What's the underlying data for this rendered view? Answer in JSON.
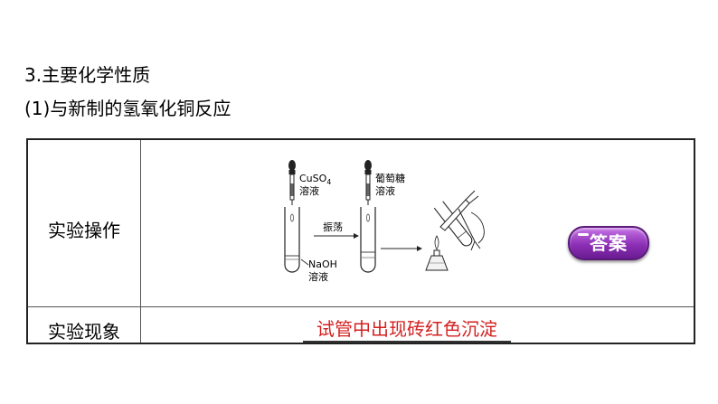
{
  "headings": {
    "section": "3.主要化学性质",
    "subsection": "(1)与新制的氢氧化铜反应"
  },
  "table": {
    "row1_label": "实验操作",
    "row2_label": "实验现象",
    "phenomenon": "试管中出现砖红色沉淀"
  },
  "diagram": {
    "reagent1": "CuSO",
    "reagent1_sub": "4",
    "reagent1_word": "溶液",
    "reagent2": "葡萄糖",
    "reagent2_word": "溶液",
    "shake": "振荡",
    "base": "NaOH",
    "base_word": "溶液"
  },
  "answer_button": {
    "label": "答案"
  },
  "colors": {
    "answer_button": "#8c2fb5",
    "phenomenon_text": "#d42020"
  }
}
